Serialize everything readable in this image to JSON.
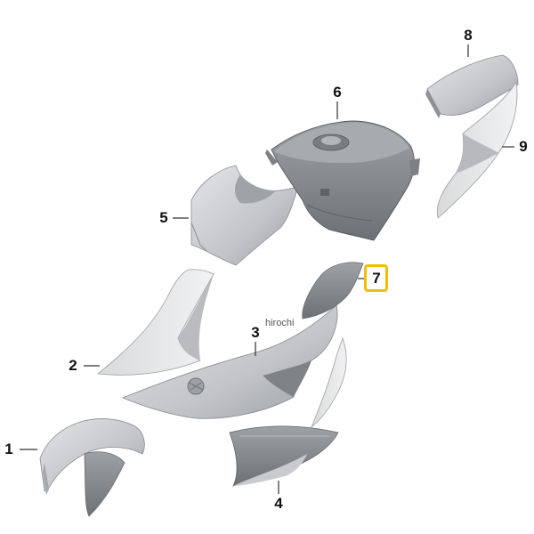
{
  "diagram": {
    "callouts": [
      {
        "id": "1",
        "label": "1"
      },
      {
        "id": "2",
        "label": "2"
      },
      {
        "id": "3",
        "label": "3"
      },
      {
        "id": "4",
        "label": "4"
      },
      {
        "id": "5",
        "label": "5"
      },
      {
        "id": "6",
        "label": "6"
      },
      {
        "id": "7",
        "label": "7",
        "highlighted": true
      },
      {
        "id": "8",
        "label": "8"
      },
      {
        "id": "9",
        "label": "9"
      }
    ],
    "watermark": "hirochi",
    "colors": {
      "part_fill": "#c9cbce",
      "part_shade": "#8f9297",
      "part_dark": "#5f6266",
      "line": "#333333",
      "highlight": "#f0c000"
    }
  }
}
